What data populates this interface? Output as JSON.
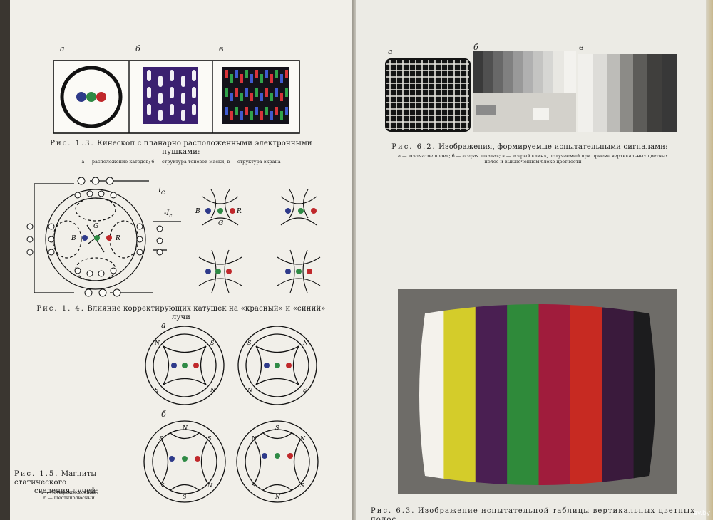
{
  "left_page": {
    "fig_1_3": {
      "labels": [
        "а",
        "б",
        "в"
      ],
      "caption_prefix": "Рис. 1.3.",
      "caption": "Кинескоп с планарно расположенными электронными пушками:",
      "subcaption": "а — расположение катодов; б — структура теневой маски; в — структура экрана"
    },
    "fig_1_4": {
      "diagram_labels": {
        "ic": "I",
        "ic_sub": "C",
        "neg_ic": "-I",
        "neg_ic_sub": "c",
        "b": "B",
        "g": "G",
        "r": "R"
      },
      "caption_prefix": "Рис. 1. 4.",
      "caption_line1": "Влияние корректирующих катушек на «красный» и «синий»",
      "caption_line2": "лучи"
    },
    "fig_1_5": {
      "labels": [
        "а",
        "б"
      ],
      "pole_n": "N",
      "pole_s": "S",
      "caption_prefix": "Рис. 1.5.",
      "caption_line1": "Магниты статического",
      "caption_line2": "сведения лучей:",
      "sub_line1": "а — четырехполюсный;",
      "sub_line2": "б — шестиполюсный"
    }
  },
  "right_page": {
    "fig_6_2": {
      "labels": [
        "а",
        "б",
        "в"
      ],
      "caption_prefix": "Рис. 6.2.",
      "caption": "Изображения, формируемые испытательными сигналами:",
      "subcaption_line1": "а — «сетчатое поле»; б — «серая шкала»; в — «серый клин», получаемый при приеме вертикальных цветных",
      "subcaption_line2": "полос и выключенном блоке цветности"
    },
    "fig_6_3": {
      "caption_prefix": "Рис. 6.3.",
      "caption": "Изображение испытательной таблицы вертикальных цветных полос",
      "bar_colors": [
        "#f4f2ec",
        "#d4cc2a",
        "#4a1f52",
        "#2f8a3a",
        "#a01c3c",
        "#c72a22",
        "#3a1a3c",
        "#1c1c1e"
      ]
    }
  },
  "watermark": "ay.by"
}
